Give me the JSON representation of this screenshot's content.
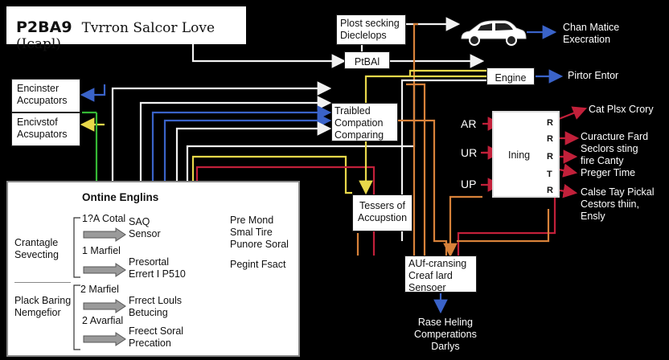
{
  "title": {
    "code": "P2BA9",
    "text": "Tvrron Salcor Love (Icapl)"
  },
  "top_box": {
    "text": "Plost secking\nDieclelops"
  },
  "small_label": {
    "text": "PtBAl"
  },
  "car": {
    "label": "Chan Matice\nExecration"
  },
  "engine": {
    "label": "Engine",
    "arrow_label": "Pirtor Entor"
  },
  "left_boxes": [
    {
      "text": "Encinster\nAccupators"
    },
    {
      "text": "Encivstof\nAcsupators"
    }
  ],
  "computing_box": {
    "text": "Traibled\nCompation\nComparing"
  },
  "testers_box": {
    "text": "Tessers of\nAccupstion"
  },
  "sensor_box": {
    "text": "AUf-cransing\nCreaf lard\nSensoer"
  },
  "bottom_label": {
    "text": "Rase Heling\nComperations\nDarlys"
  },
  "module": {
    "center": "Ining",
    "inputs": [
      "AR",
      "UR",
      "UP"
    ],
    "pins": [
      "R",
      "R",
      "R",
      "T",
      "R"
    ],
    "outputs": [
      "Cat Plsx Crory",
      "Curacture Fard\nSeclors sting\nfire Canty\nPreger Time",
      "Calse Tay Pickal\nCestors thiin,\nEnsly"
    ]
  },
  "panel": {
    "title": "Ontine Englins",
    "groups": [
      "Crantagle\nSevecting",
      "Plack Baring\nNemgefior"
    ],
    "rows": [
      {
        "num": "1?A Cotal",
        "label": "SAQ\nSensor"
      },
      {
        "num": "1 Marfiel",
        "label": "Presortal\nErrert I P510"
      },
      {
        "num": "2 Marfiel",
        "label": "Frrect Louls\nBetucing"
      },
      {
        "num": "2 Avarfial",
        "label": "Freect Soral\nPrecation"
      }
    ],
    "outs": [
      "Pre Mond\nSmal Tire\nPunore Soral",
      "Pegint Fsact"
    ]
  },
  "colors": {
    "blue": "#3a63c9",
    "yellow": "#e8d84a",
    "green": "#35b835",
    "orange": "#d8823a",
    "red": "#c2203a",
    "white": "#f2f2f2",
    "teal": "#2a7fbf"
  }
}
